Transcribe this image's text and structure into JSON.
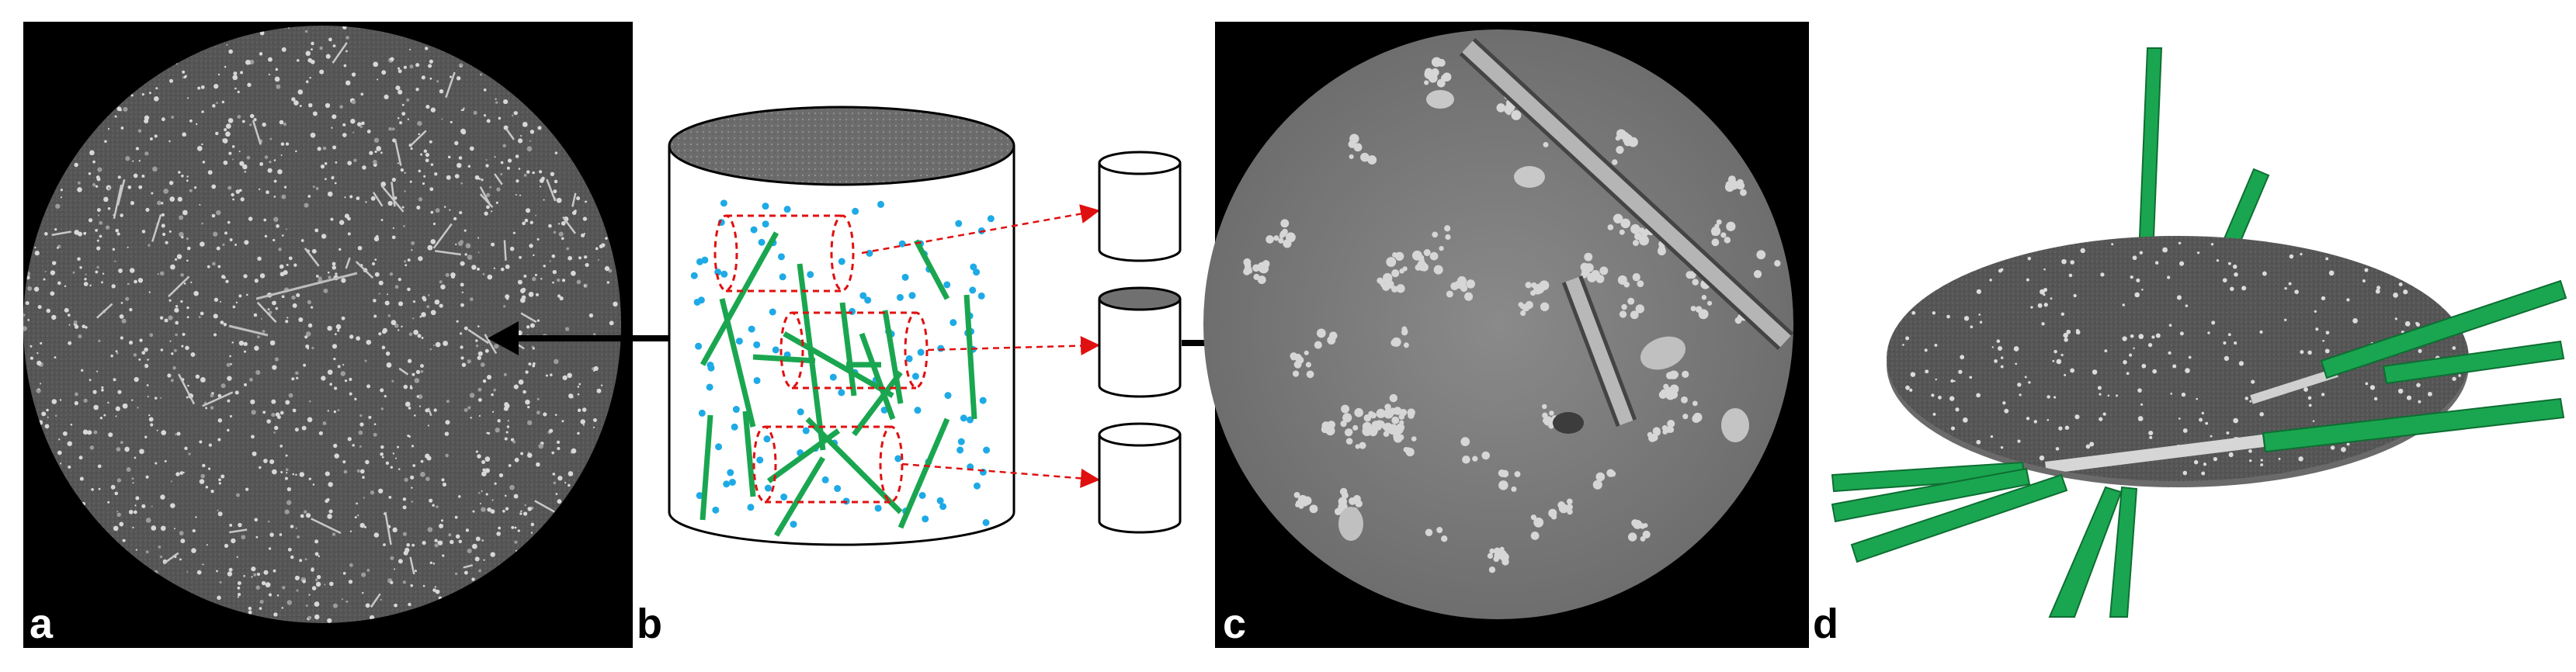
{
  "panels": [
    {
      "id": "a",
      "label": "a"
    },
    {
      "id": "b",
      "label": "b"
    },
    {
      "id": "c",
      "label": "c"
    },
    {
      "id": "d",
      "label": "d"
    }
  ],
  "colors": {
    "background_black": "#000000",
    "ct_gray": "#5a5a5a",
    "fiber_green": "#1aa650",
    "particle_blue": "#1eaae6",
    "subvolume_red": "#e01010",
    "arrow_black": "#000000"
  }
}
